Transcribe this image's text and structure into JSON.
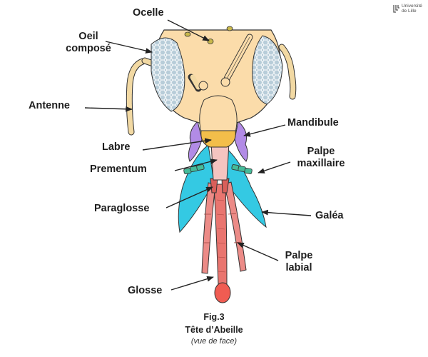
{
  "labels": {
    "ocelle": "Ocelle",
    "oeil_line1": "Oeil",
    "oeil_line2": "composé",
    "antenne": "Antenne",
    "mandibule": "Mandibule",
    "labre": "Labre",
    "palpe_max_line1": "Palpe",
    "palpe_max_line2": "maxillaire",
    "prementum": "Prementum",
    "paraglosse": "Paraglosse",
    "galea": "Galéa",
    "palpe_lab_line1": "Palpe",
    "palpe_lab_line2": "labial",
    "glosse": "Glosse"
  },
  "caption": {
    "figure": "Fig.3",
    "title": "Tête d’Abeille",
    "note": "(vue de face)"
  },
  "logo": {
    "line1": "Université",
    "line2": "de Lille"
  },
  "colors": {
    "head": "#fbdcaa",
    "eye": "#b8cdd9",
    "labre": "#f3be4a",
    "mandible": "#b28be6",
    "galea": "#34c9e3",
    "prementum": "#f4c4c0",
    "glossa": "#e9756f",
    "tip": "#f05c52",
    "antenna": "#f2d9a3"
  }
}
